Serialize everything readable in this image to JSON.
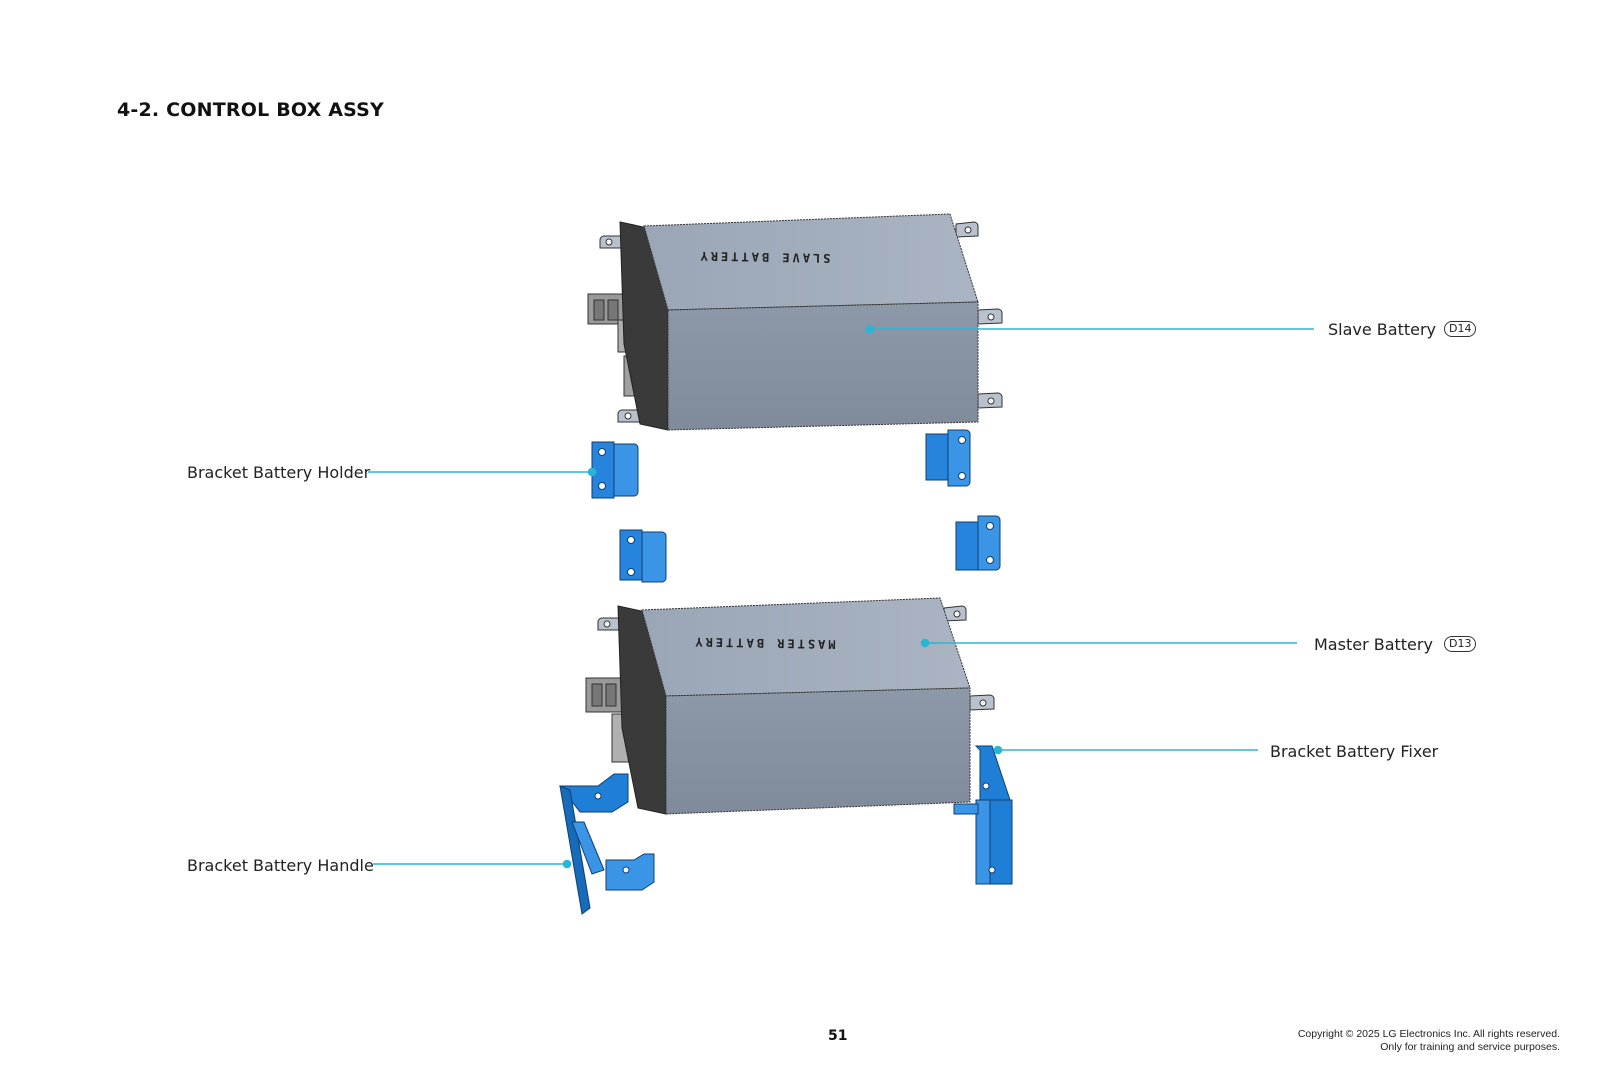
{
  "section": {
    "title": "4-2. CONTROL BOX ASSY"
  },
  "parts": {
    "slave_battery": {
      "label": "Slave Battery",
      "code": "D14",
      "marking": "SLAVE BATTERY"
    },
    "master_battery": {
      "label": "Master Battery",
      "code": "D13",
      "marking": "MASTER BATTERY"
    },
    "bracket_battery_holder": {
      "label": "Bracket Battery Holder"
    },
    "bracket_battery_fixer": {
      "label": "Bracket Battery Fixer"
    },
    "bracket_battery_handle": {
      "label": "Bracket Battery Handle"
    }
  },
  "footer": {
    "page_number": "51",
    "copyright_line1": "Copyright © 2025 LG Electronics Inc. All rights reserved.",
    "copyright_line2": "Only for training and service purposes."
  },
  "colors": {
    "leader_line": "#29b6d6",
    "bracket_blue": "#1f7fd6",
    "battery_top": "#a3aebc",
    "battery_side": "#8793a3",
    "battery_end": "#3a3a3a"
  }
}
